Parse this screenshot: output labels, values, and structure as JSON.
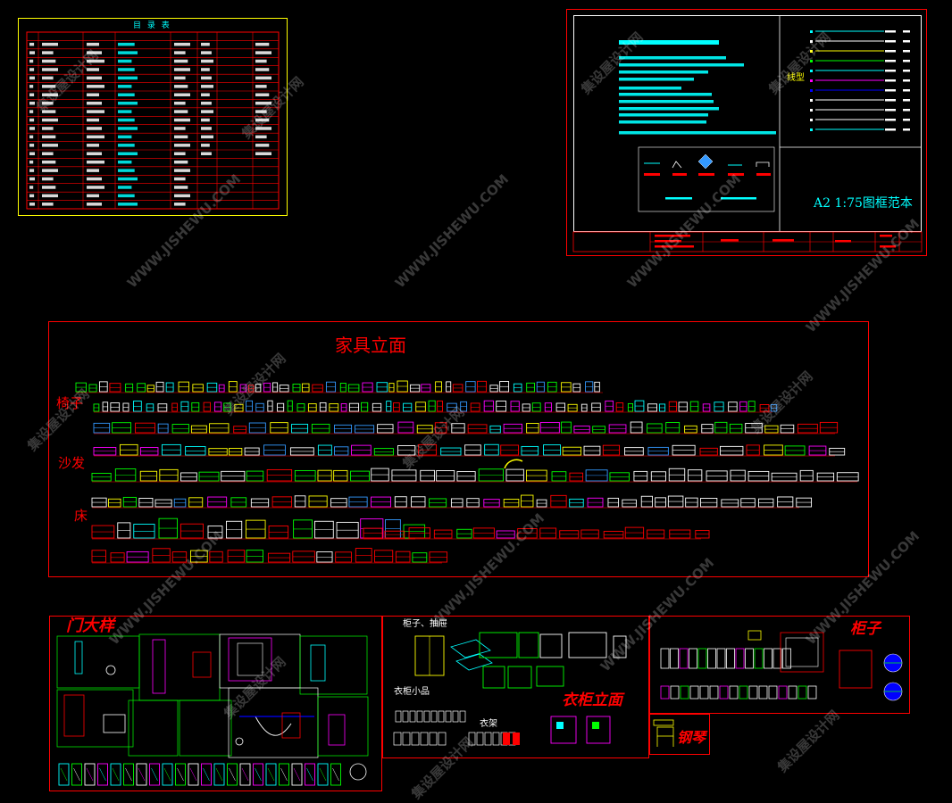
{
  "colors": {
    "background": "#000000",
    "red": "#ff0000",
    "yellow": "#ffff00",
    "cyan": "#00ffff",
    "green": "#00ff00",
    "magenta": "#ff00ff",
    "white": "#ffffff"
  },
  "catalog": {
    "title": "目 录 表"
  },
  "template": {
    "title": "A2 1:75图框范本",
    "legend": "线型"
  },
  "furniture": {
    "title": "家具立面",
    "chair": "椅子",
    "sofa": "沙发",
    "bed": "床"
  },
  "doors": {
    "title": "门大样"
  },
  "wardrobe": {
    "cabinet_drawer": "柜子、抽屉",
    "accessories": "衣柜小品",
    "hanger": "衣架",
    "title": "衣柜立面"
  },
  "cabinet": {
    "title": "柜子"
  },
  "piano": {
    "title": "钢琴"
  },
  "watermark": {
    "brand": "集设屋设计网",
    "url": "WWW.JISHEWU.COM"
  }
}
